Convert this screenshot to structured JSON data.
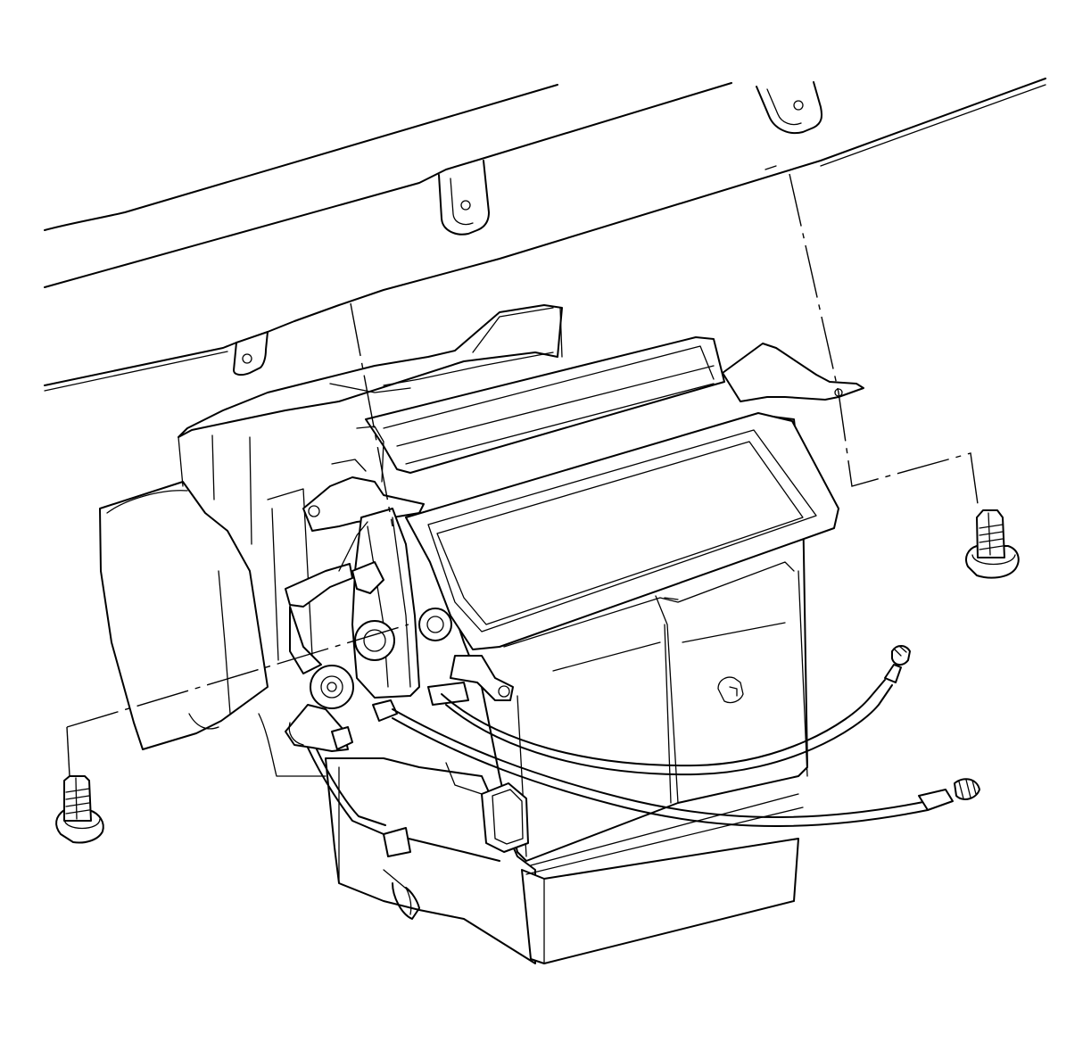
{
  "diagram": {
    "kind": "exploded-view line drawing",
    "stroke_color": "#000000",
    "background_color": "#ffffff",
    "components": [
      "instrument-panel-carrier",
      "hvac-module-housing",
      "bolt-left",
      "bolt-right",
      "control-cable-upper",
      "control-cable-lower",
      "actuator-pulley",
      "mounting-bracket"
    ],
    "labels": []
  }
}
